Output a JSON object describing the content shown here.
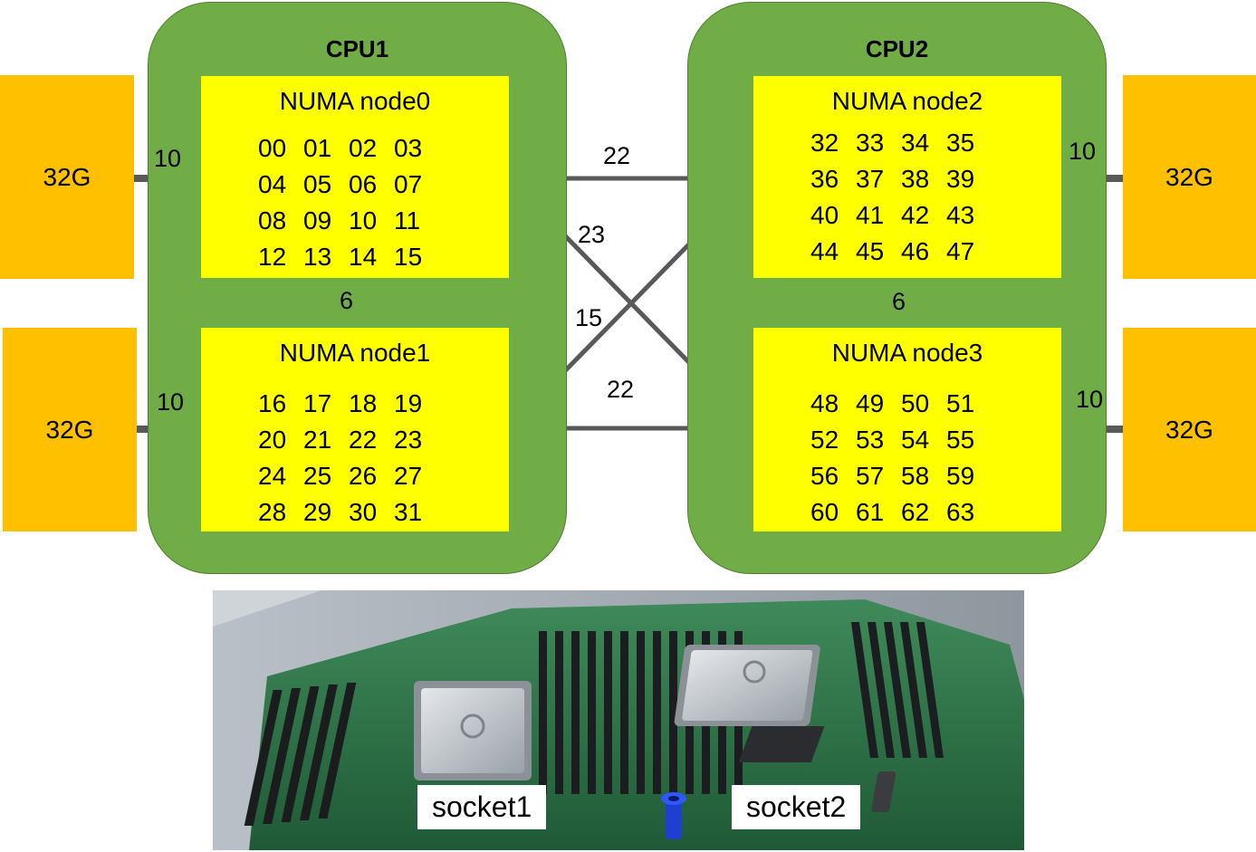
{
  "cpus": [
    {
      "title": "CPU1"
    },
    {
      "title": "CPU2"
    }
  ],
  "numa_nodes": [
    {
      "title": "NUMA node0",
      "cores": [
        "00",
        "01",
        "02",
        "03",
        "04",
        "05",
        "06",
        "07",
        "08",
        "09",
        "10",
        "11",
        "12",
        "13",
        "14",
        "15"
      ]
    },
    {
      "title": "NUMA node1",
      "cores": [
        "16",
        "17",
        "18",
        "19",
        "20",
        "21",
        "22",
        "23",
        "24",
        "25",
        "26",
        "27",
        "28",
        "29",
        "30",
        "31"
      ]
    },
    {
      "title": "NUMA node2",
      "cores": [
        "32",
        "33",
        "34",
        "35",
        "36",
        "37",
        "38",
        "39",
        "40",
        "41",
        "42",
        "43",
        "44",
        "45",
        "46",
        "47"
      ]
    },
    {
      "title": "NUMA node3",
      "cores": [
        "48",
        "49",
        "50",
        "51",
        "52",
        "53",
        "54",
        "55",
        "56",
        "57",
        "58",
        "59",
        "60",
        "61",
        "62",
        "63"
      ]
    }
  ],
  "memory": [
    {
      "label": "32G",
      "attached_to": "NUMA node0"
    },
    {
      "label": "32G",
      "attached_to": "NUMA node1"
    },
    {
      "label": "32G",
      "attached_to": "NUMA node2"
    },
    {
      "label": "32G",
      "attached_to": "NUMA node3"
    }
  ],
  "links": {
    "mem_node0": "10",
    "mem_node1": "10",
    "mem_node2": "10",
    "mem_node3": "10",
    "node0_node1": "6",
    "node2_node3": "6",
    "node0_node2": "22",
    "node0_node3": "23",
    "node1_node2": "15",
    "node1_node3": "22"
  },
  "photo": {
    "socket_labels": [
      "socket1",
      "socket2"
    ]
  },
  "colors": {
    "cpu_fill": "#70ad47",
    "node_fill": "#ffff00",
    "memory_fill": "#ffc000",
    "link": "#595959"
  }
}
